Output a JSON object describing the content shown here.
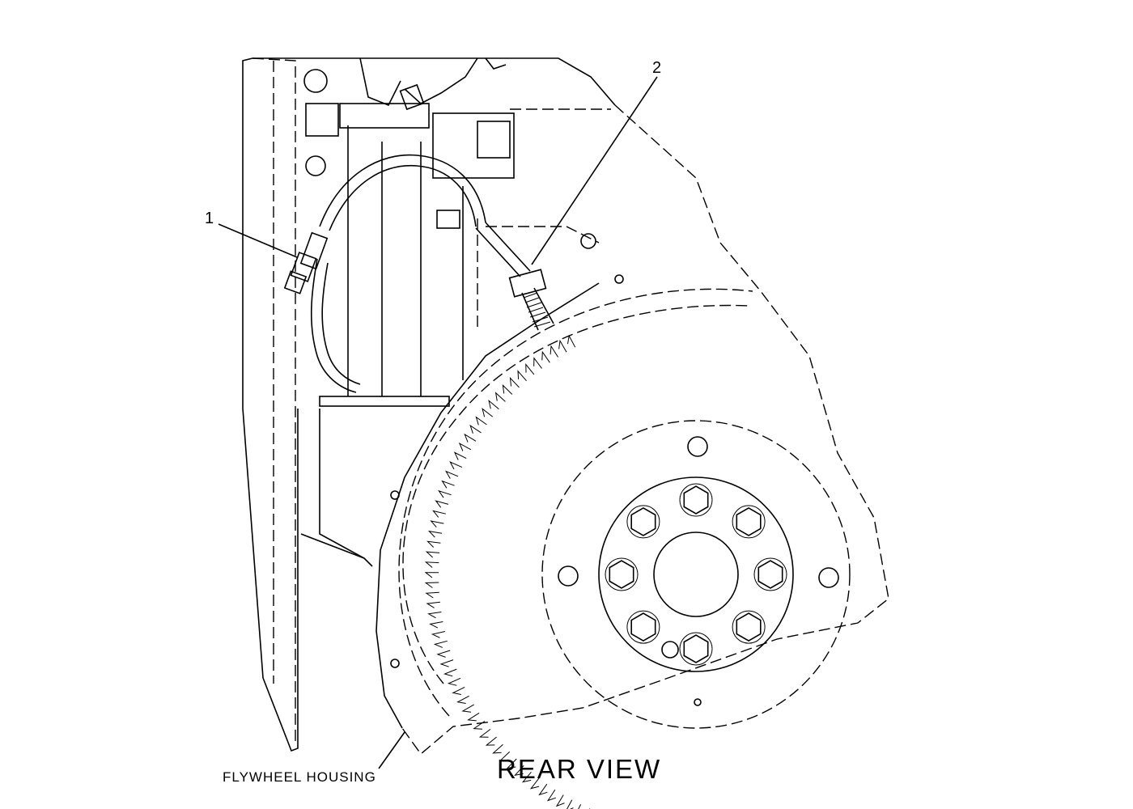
{
  "title": "REAR VIEW",
  "labels": {
    "housing": "FLYWHEEL HOUSING",
    "callout_1": "1",
    "callout_2": "2"
  },
  "colors": {
    "line": "#000000",
    "background": "#ffffff"
  }
}
